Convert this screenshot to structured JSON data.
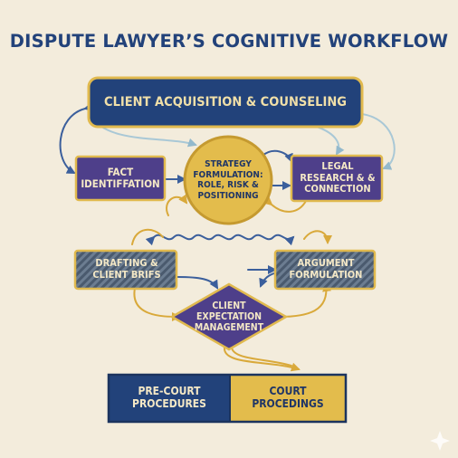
{
  "title": "DISPUTE LAWYER’S COGNITIVE WORKFLOW",
  "nodes": {
    "client_acquisition": "CLIENT ACQUISITION & COUNSELING",
    "fact_identification": "FACT IDENTIFFATION",
    "strategy": "STRATEGY FORMULATION: ROLE, RISK & POSITIONING",
    "legal_research": "LEGAL RESEARCH & & CONNECTION",
    "drafting": "DRAFTING & CLIENT BRIFS",
    "argument": "ARGUMENT FORMULATION",
    "client_expectation": "CLIENT EXPECTATION MANAGEMENT",
    "pre_court": "PRE-COURT PROCEDURES",
    "court": "COURT PROCEDINGS"
  },
  "colors": {
    "navy": "#22427a",
    "purple": "#4e3f8a",
    "gold": "#e0b94e",
    "light_blue": "#a9c8d6",
    "background": "#f3ecdc"
  }
}
